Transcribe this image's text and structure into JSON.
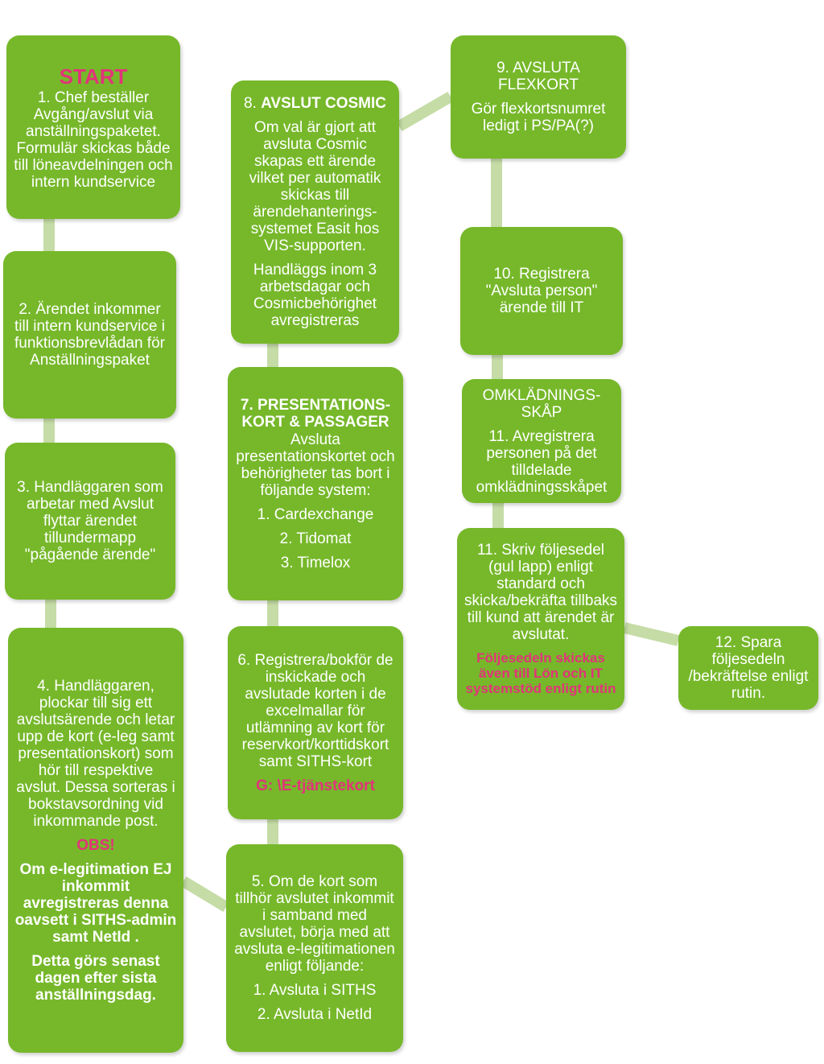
{
  "colors": {
    "box_fill": "#76b82a",
    "connector": "#c5dca6",
    "text": "#ffffff",
    "highlight": "#e2337a"
  },
  "steps": {
    "start": {
      "title": "START",
      "text": "1. Chef beställer Avgång/avslut via anställningspaketet. Formulär skickas både till löneavdelningen och intern kundservice"
    },
    "s2": {
      "text": "2. Ärendet inkommer till intern kundservice i funktionsbrevlådan för Anställningspaket"
    },
    "s3": {
      "text": "3. Handläggaren som arbetar med Avslut flyttar ärendet tillundermapp \"pågående ärende\""
    },
    "s4": {
      "text": "4. Handläggaren, plockar till sig ett avslutsärende och letar upp de kort (e-leg samt presentationskort) som hör till respektive avslut. Dessa sorteras i bokstavsordning vid inkommande post.",
      "obs": "OBS!",
      "warning": "Om e-legitimation EJ inkommit avregistreras denna oavsett i SITHS-admin samt NetId .",
      "deadline": "Detta görs senast dagen efter sista anställningsdag."
    },
    "s5": {
      "text": "5. Om de kort som tillhör avslutet inkommit i samband med avslutet,  börja med att avsluta e-legitimationen enligt följande:",
      "item1": "1. Avsluta i SITHS",
      "item2": "2. Avsluta i NetId"
    },
    "s6": {
      "text": "6. Registrera/bokför de inskickade och avslutade korten i de excelmallar för utlämning av kort för reservkort/korttidskort samt SITHS-kort",
      "path": "G: \\E-tjänstekort"
    },
    "s7": {
      "title": "7. PRESENTATIONS-KORT & PASSAGER",
      "text": "Avsluta presentationskortet och behörigheter tas bort i följande system:",
      "item1": "1. Cardexchange",
      "item2": "2. Tidomat",
      "item3": "3. Timelox"
    },
    "s8": {
      "num": "8. ",
      "title": "AVSLUT COSMIC",
      "text": "Om val är gjort att avsluta Cosmic skapas ett ärende vilket per automatik skickas till ärendehanterings-systemet Easit hos VIS-supporten.",
      "text2": "Handläggs inom 3 arbetsdagar och Cosmicbehörighet avregistreras"
    },
    "s9": {
      "title": "9. AVSLUTA FLEXKORT",
      "text": "Gör flexkortsnumret ledigt i PS/PA(?)"
    },
    "s10": {
      "text": "10. Registrera \"Avsluta person\" ärende till IT"
    },
    "s11a": {
      "title": "OMKLÄDNINGS-SKÅP",
      "text": "11. Avregistrera personen på det tilldelade omklädningsskåpet"
    },
    "s11b": {
      "text": "11. Skriv följesedel (gul lapp) enligt standard och skicka/bekräfta tillbaks till kund att ärendet är avslutat.",
      "note": "Följesedeln skickas även till Lön och IT systemstöd enligt rutin"
    },
    "s12": {
      "text": "12. Spara följesedeln /bekräftelse enligt rutin."
    }
  }
}
